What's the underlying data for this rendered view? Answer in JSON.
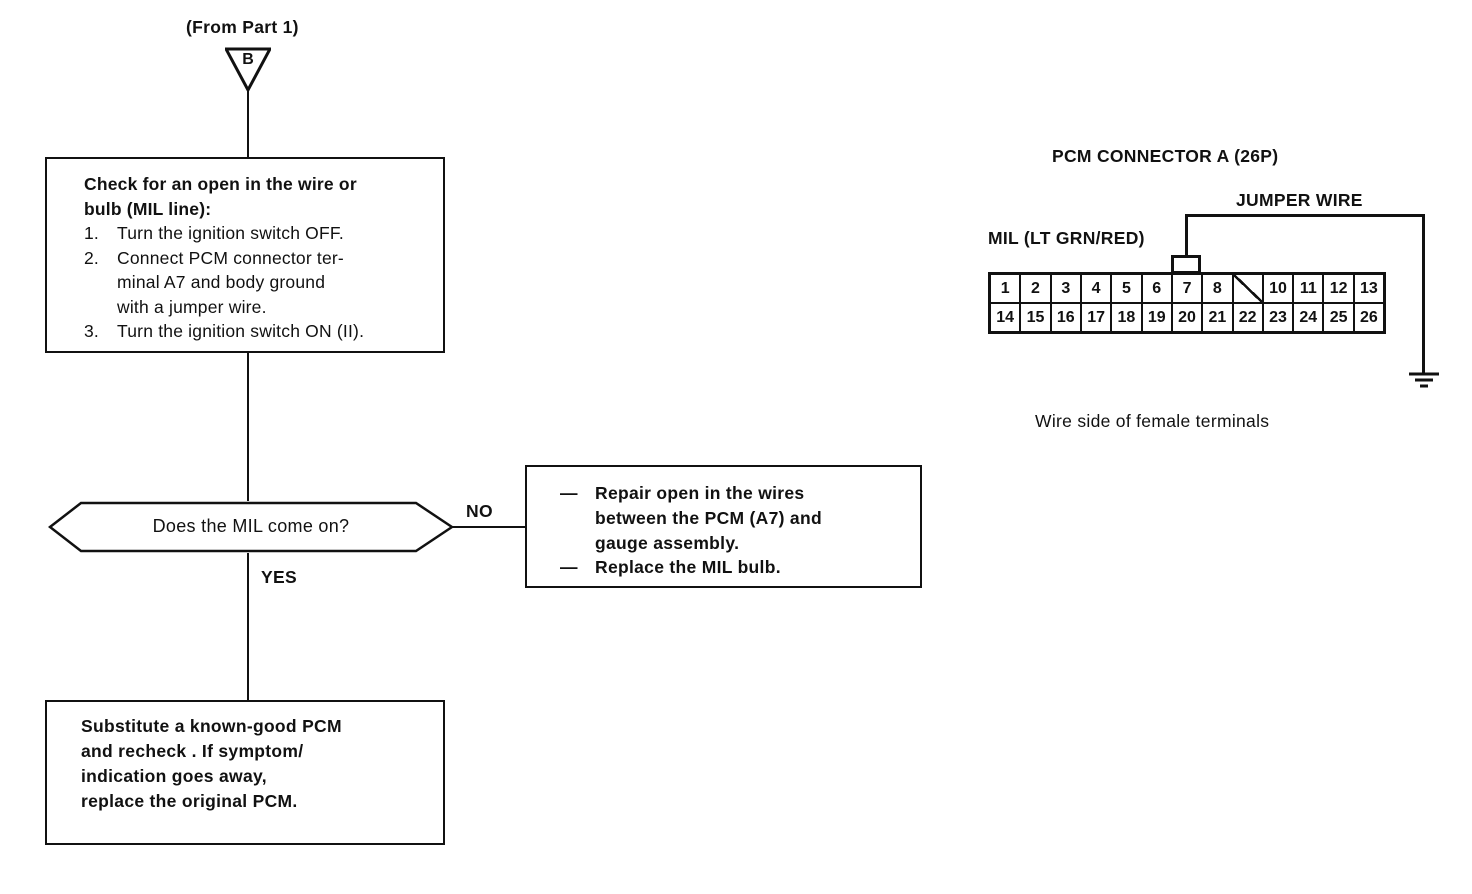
{
  "page": {
    "background": "#ffffff",
    "ink": "#111111"
  },
  "flowchart": {
    "source_label": "(From Part 1)",
    "connector_b": "B",
    "check_box": {
      "heading": [
        "Check for an open in the wire or",
        "bulb (MIL line):"
      ],
      "steps": [
        {
          "num": "1.",
          "text": "Turn the ignition switch OFF."
        },
        {
          "num": "2.",
          "text": "Connect PCM connector ter-\nminal A7 and body ground\nwith a jumper wire."
        },
        {
          "num": "3.",
          "text": "Turn the ignition switch ON (II)."
        }
      ]
    },
    "decision": {
      "question": "Does the MIL come on?",
      "no_label": "NO",
      "yes_label": "YES"
    },
    "no_box": {
      "items": [
        {
          "dash": "—",
          "text": "Repair open in the wires\nbetween the PCM (A7) and\ngauge assembly."
        },
        {
          "dash": "—",
          "text": "Replace the MIL bulb."
        }
      ]
    },
    "yes_box": {
      "lines": [
        "Substitute a known-good PCM",
        "and recheck . If symptom/",
        "indication goes away,",
        "replace the original PCM."
      ]
    }
  },
  "connector_diagram": {
    "title": "PCM CONNECTOR A (26P)",
    "jumper_wire_label": "JUMPER WIRE",
    "mil_wire_label": "MIL (LT GRN/RED)",
    "caption": "Wire side of female terminals",
    "terminals_top": [
      "1",
      "2",
      "3",
      "4",
      "5",
      "6",
      "7",
      "8",
      "/",
      "10",
      "11",
      "12",
      "13"
    ],
    "terminals_bottom": [
      "14",
      "15",
      "16",
      "17",
      "18",
      "19",
      "20",
      "21",
      "22",
      "23",
      "24",
      "25",
      "26"
    ],
    "ground_icon": "earth-ground"
  }
}
